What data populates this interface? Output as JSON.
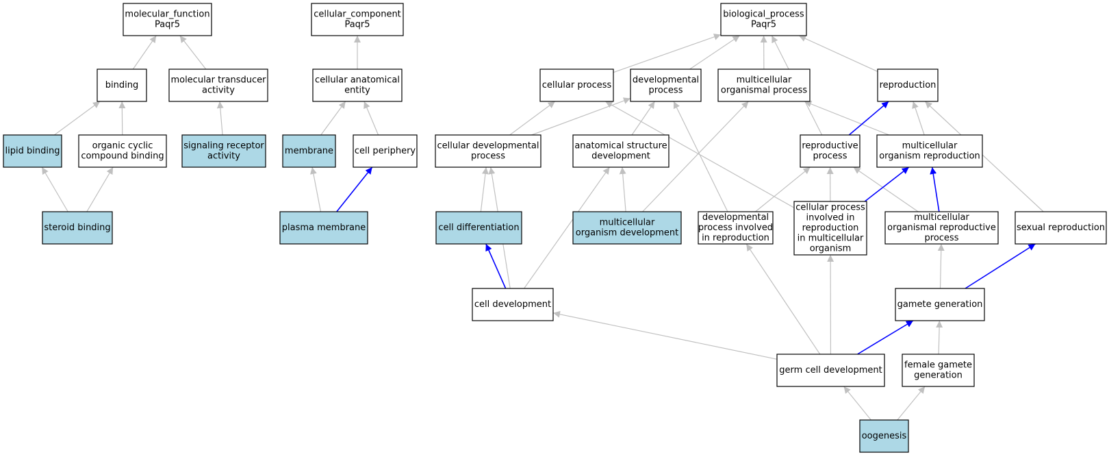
{
  "colors": {
    "highlight_fill": "#add8e6",
    "default_fill": "#ffffff",
    "border": "#000000",
    "edge_gray": "#c0c0c0",
    "edge_blue": "#0000ff"
  },
  "nodes": [
    {
      "id": "mf",
      "lines": [
        "molecular_function",
        "Paqr5"
      ],
      "highlight": false
    },
    {
      "id": "binding",
      "lines": [
        "binding"
      ],
      "highlight": false
    },
    {
      "id": "mta",
      "lines": [
        "molecular transducer",
        "activity"
      ],
      "highlight": false
    },
    {
      "id": "lipid",
      "lines": [
        "lipid binding"
      ],
      "highlight": true
    },
    {
      "id": "occb",
      "lines": [
        "organic cyclic",
        "compound binding"
      ],
      "highlight": false
    },
    {
      "id": "sra",
      "lines": [
        "signaling receptor",
        "activity"
      ],
      "highlight": true
    },
    {
      "id": "steroid",
      "lines": [
        "steroid binding"
      ],
      "highlight": true
    },
    {
      "id": "cc",
      "lines": [
        "cellular_component",
        "Paqr5"
      ],
      "highlight": false
    },
    {
      "id": "cae",
      "lines": [
        "cellular anatomical",
        "entity"
      ],
      "highlight": false
    },
    {
      "id": "membrane",
      "lines": [
        "membrane"
      ],
      "highlight": true
    },
    {
      "id": "cperiph",
      "lines": [
        "cell periphery"
      ],
      "highlight": false
    },
    {
      "id": "pmem",
      "lines": [
        "plasma membrane"
      ],
      "highlight": true
    },
    {
      "id": "bp",
      "lines": [
        "biological_process",
        "Paqr5"
      ],
      "highlight": false
    },
    {
      "id": "cproc",
      "lines": [
        "cellular process"
      ],
      "highlight": false
    },
    {
      "id": "devproc",
      "lines": [
        "developmental",
        "process"
      ],
      "highlight": false
    },
    {
      "id": "mop",
      "lines": [
        "multicellular",
        "organismal process"
      ],
      "highlight": false
    },
    {
      "id": "repro",
      "lines": [
        "reproduction"
      ],
      "highlight": false
    },
    {
      "id": "cdp",
      "lines": [
        "cellular developmental",
        "process"
      ],
      "highlight": false
    },
    {
      "id": "asd",
      "lines": [
        "anatomical structure",
        "development"
      ],
      "highlight": false
    },
    {
      "id": "rproc",
      "lines": [
        "reproductive",
        "process"
      ],
      "highlight": false
    },
    {
      "id": "mor",
      "lines": [
        "multicellular",
        "organism reproduction"
      ],
      "highlight": false
    },
    {
      "id": "cdiff",
      "lines": [
        "cell differentiation"
      ],
      "highlight": true
    },
    {
      "id": "mod",
      "lines": [
        "multicellular",
        "organism development"
      ],
      "highlight": true
    },
    {
      "id": "dpir",
      "lines": [
        "developmental",
        "process involved",
        "in reproduction"
      ],
      "highlight": false
    },
    {
      "id": "cpir",
      "lines": [
        "cellular process",
        "involved in",
        "reproduction",
        "in multicellular",
        "organism"
      ],
      "highlight": false
    },
    {
      "id": "morp",
      "lines": [
        "multicellular",
        "organismal reproductive",
        "process"
      ],
      "highlight": false
    },
    {
      "id": "sexrep",
      "lines": [
        "sexual reproduction"
      ],
      "highlight": false
    },
    {
      "id": "celldev",
      "lines": [
        "cell development"
      ],
      "highlight": false
    },
    {
      "id": "gamgen",
      "lines": [
        "gamete generation"
      ],
      "highlight": false
    },
    {
      "id": "gcd",
      "lines": [
        "germ cell development"
      ],
      "highlight": false
    },
    {
      "id": "fgg",
      "lines": [
        "female gamete",
        "generation"
      ],
      "highlight": false
    },
    {
      "id": "oog",
      "lines": [
        "oogenesis"
      ],
      "highlight": true
    }
  ],
  "edges": [
    {
      "from": "binding",
      "to": "mf",
      "color": "gray"
    },
    {
      "from": "mta",
      "to": "mf",
      "color": "gray"
    },
    {
      "from": "lipid",
      "to": "binding",
      "color": "gray"
    },
    {
      "from": "occb",
      "to": "binding",
      "color": "gray"
    },
    {
      "from": "sra",
      "to": "mta",
      "color": "gray"
    },
    {
      "from": "steroid",
      "to": "lipid",
      "color": "gray"
    },
    {
      "from": "steroid",
      "to": "occb",
      "color": "gray"
    },
    {
      "from": "cae",
      "to": "cc",
      "color": "gray"
    },
    {
      "from": "membrane",
      "to": "cae",
      "color": "gray"
    },
    {
      "from": "cperiph",
      "to": "cae",
      "color": "gray"
    },
    {
      "from": "pmem",
      "to": "membrane",
      "color": "gray"
    },
    {
      "from": "pmem",
      "to": "cperiph",
      "color": "blue"
    },
    {
      "from": "cproc",
      "to": "bp",
      "color": "gray"
    },
    {
      "from": "devproc",
      "to": "bp",
      "color": "gray"
    },
    {
      "from": "mop",
      "to": "bp",
      "color": "gray"
    },
    {
      "from": "repro",
      "to": "bp",
      "color": "gray"
    },
    {
      "from": "rproc",
      "to": "bp",
      "color": "gray"
    },
    {
      "from": "cdp",
      "to": "cproc",
      "color": "gray"
    },
    {
      "from": "cdp",
      "to": "devproc",
      "color": "gray"
    },
    {
      "from": "asd",
      "to": "devproc",
      "color": "gray"
    },
    {
      "from": "cpir",
      "to": "cproc",
      "color": "gray"
    },
    {
      "from": "dpir",
      "to": "devproc",
      "color": "gray"
    },
    {
      "from": "mor",
      "to": "mop",
      "color": "gray"
    },
    {
      "from": "mod",
      "to": "mop",
      "color": "gray"
    },
    {
      "from": "rproc",
      "to": "repro",
      "color": "blue"
    },
    {
      "from": "mor",
      "to": "repro",
      "color": "gray"
    },
    {
      "from": "sexrep",
      "to": "repro",
      "color": "gray"
    },
    {
      "from": "cdiff",
      "to": "cdp",
      "color": "gray"
    },
    {
      "from": "mod",
      "to": "asd",
      "color": "gray"
    },
    {
      "from": "dpir",
      "to": "rproc",
      "color": "gray"
    },
    {
      "from": "cpir",
      "to": "rproc",
      "color": "gray"
    },
    {
      "from": "morp",
      "to": "rproc",
      "color": "gray"
    },
    {
      "from": "cpir",
      "to": "mor",
      "color": "blue"
    },
    {
      "from": "morp",
      "to": "mor",
      "color": "blue"
    },
    {
      "from": "celldev",
      "to": "cdiff",
      "color": "blue"
    },
    {
      "from": "celldev",
      "to": "cdp",
      "color": "gray"
    },
    {
      "from": "celldev",
      "to": "asd",
      "color": "gray"
    },
    {
      "from": "gamgen",
      "to": "morp",
      "color": "gray"
    },
    {
      "from": "gamgen",
      "to": "sexrep",
      "color": "blue"
    },
    {
      "from": "gcd",
      "to": "celldev",
      "color": "gray"
    },
    {
      "from": "gcd",
      "to": "dpir",
      "color": "gray"
    },
    {
      "from": "gcd",
      "to": "cpir",
      "color": "gray"
    },
    {
      "from": "gcd",
      "to": "gamgen",
      "color": "blue"
    },
    {
      "from": "fgg",
      "to": "gamgen",
      "color": "gray"
    },
    {
      "from": "oog",
      "to": "gcd",
      "color": "gray"
    },
    {
      "from": "oog",
      "to": "fgg",
      "color": "gray"
    }
  ]
}
